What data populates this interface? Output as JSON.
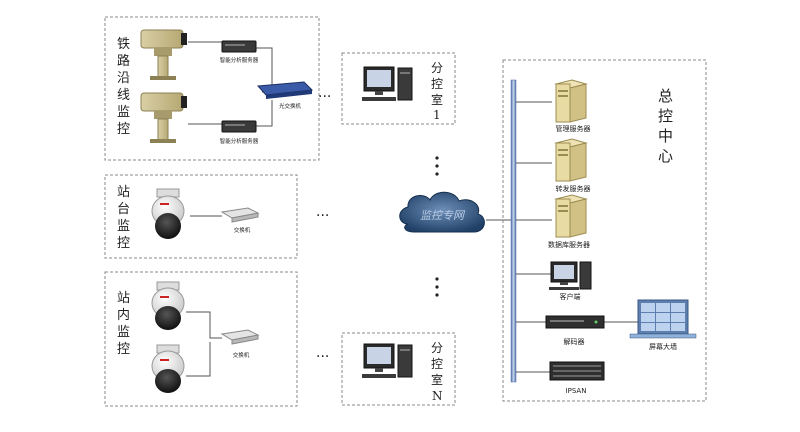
{
  "groups": {
    "railway": {
      "label_chars": [
        "铁",
        "路",
        "沿",
        "线",
        "监",
        "控"
      ]
    },
    "station": {
      "label_chars": [
        "站",
        "台",
        "监",
        "控"
      ]
    },
    "inside": {
      "label_chars": [
        "站",
        "内",
        "监",
        "控"
      ]
    }
  },
  "devices": {
    "analysis_server_1": "智能分析服务器",
    "analysis_server_2": "智能分析服务器",
    "switch_rail": "光交换机",
    "switch_station": "交换机",
    "switch_inside": "交换机"
  },
  "branch_rooms": {
    "room1": {
      "chars": [
        "分",
        "控",
        "室",
        "1"
      ]
    },
    "roomN": {
      "chars": [
        "分",
        "控",
        "室",
        "N"
      ]
    }
  },
  "network": {
    "cloud_label": "监控专网"
  },
  "center": {
    "title_chars": [
      "总",
      "控",
      "中",
      "心"
    ],
    "servers": {
      "management": "管理服务器",
      "forwarding": "转发服务器",
      "database": "数据库服务器",
      "client": "客户端",
      "decoder": "解码器",
      "ipsan": "IPSAN",
      "video_wall": "屏幕大墙"
    }
  },
  "ellipsis": "···",
  "colors": {
    "cloud": "#1f3f66",
    "wall": "#8fb2da",
    "bus": "#7f99c8"
  }
}
